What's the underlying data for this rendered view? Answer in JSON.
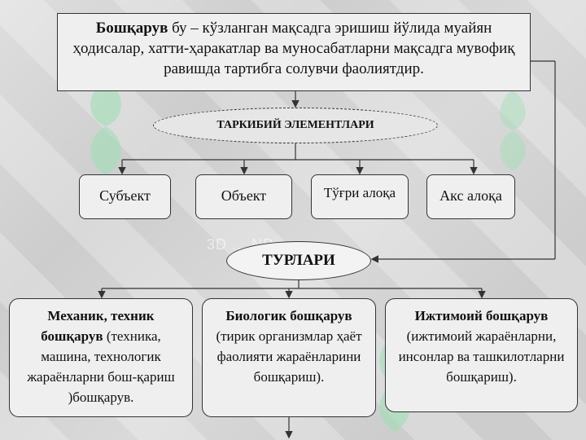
{
  "definition": {
    "term": "Бошқарув",
    "text": " бу – кўзланган мақсадга эришиш йўлида муайян ҳодисалар, хатти-ҳаракатлар ва муносабатларни мақсадга мувофиқ равишда тартибга солувчи фаолиятдир."
  },
  "parts_title": "ТАРКИБИЙ ЭЛЕМЕНТЛАРИ",
  "parts": [
    "Субъект",
    "Объект",
    "Тўғри алоқа",
    "Акс алоқа"
  ],
  "types_title": "ТУРЛАРИ",
  "types": [
    {
      "bold": "Механик, техник бошқарув",
      "text": " (техника, машина, технологик жараёнларни бош-қариш )бошқарув."
    },
    {
      "bold": "Биологик бошқарув",
      "text": " (тирик организмлар ҳаёт фаолияти жараёнларини бошқариш)."
    },
    {
      "bold": "Ижтимоий бошқарув",
      "text": " (ижтимоий жараёнларни, инсонлар ва ташкилотларни бошқариш)."
    }
  ],
  "watermark": "3D ... ND",
  "colors": {
    "leaf": "#9fe0b4",
    "box_fill": "#efefef",
    "line": "#333333"
  }
}
